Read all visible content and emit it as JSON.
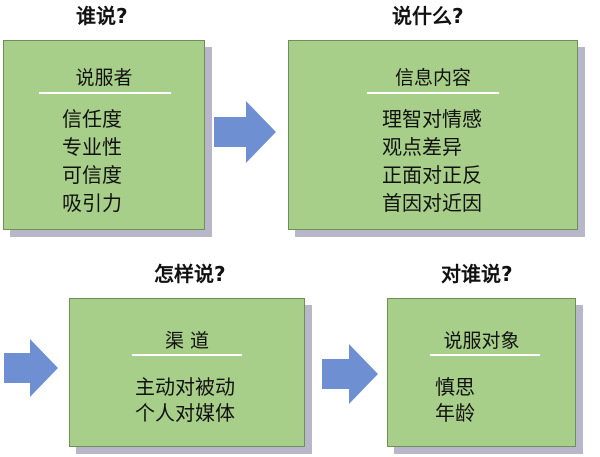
{
  "panels": [
    {
      "question": "谁说?",
      "title": "说服者",
      "lines": [
        "信任度",
        "专业性",
        "可信度",
        "吸引力"
      ]
    },
    {
      "question": "说什么?",
      "title": "信息内容",
      "lines": [
        "理智对情感",
        "观点差异",
        "正面对正反",
        "首因对近因"
      ]
    },
    {
      "question": "怎样说?",
      "title": "渠  道",
      "lines": [
        "主动对被动",
        "个人对媒体"
      ]
    },
    {
      "question": "对谁说?",
      "title": "说服对象",
      "lines": [
        "慎思",
        "年龄"
      ]
    }
  ],
  "colors": {
    "box_fill": "#a8cf8a",
    "box_border": "#6e8f56",
    "shadow": "#b7b7c9",
    "arrow": "#6f8fd3"
  },
  "icons": [
    "right-arrow-icon",
    "right-arrow-icon",
    "right-arrow-icon"
  ]
}
